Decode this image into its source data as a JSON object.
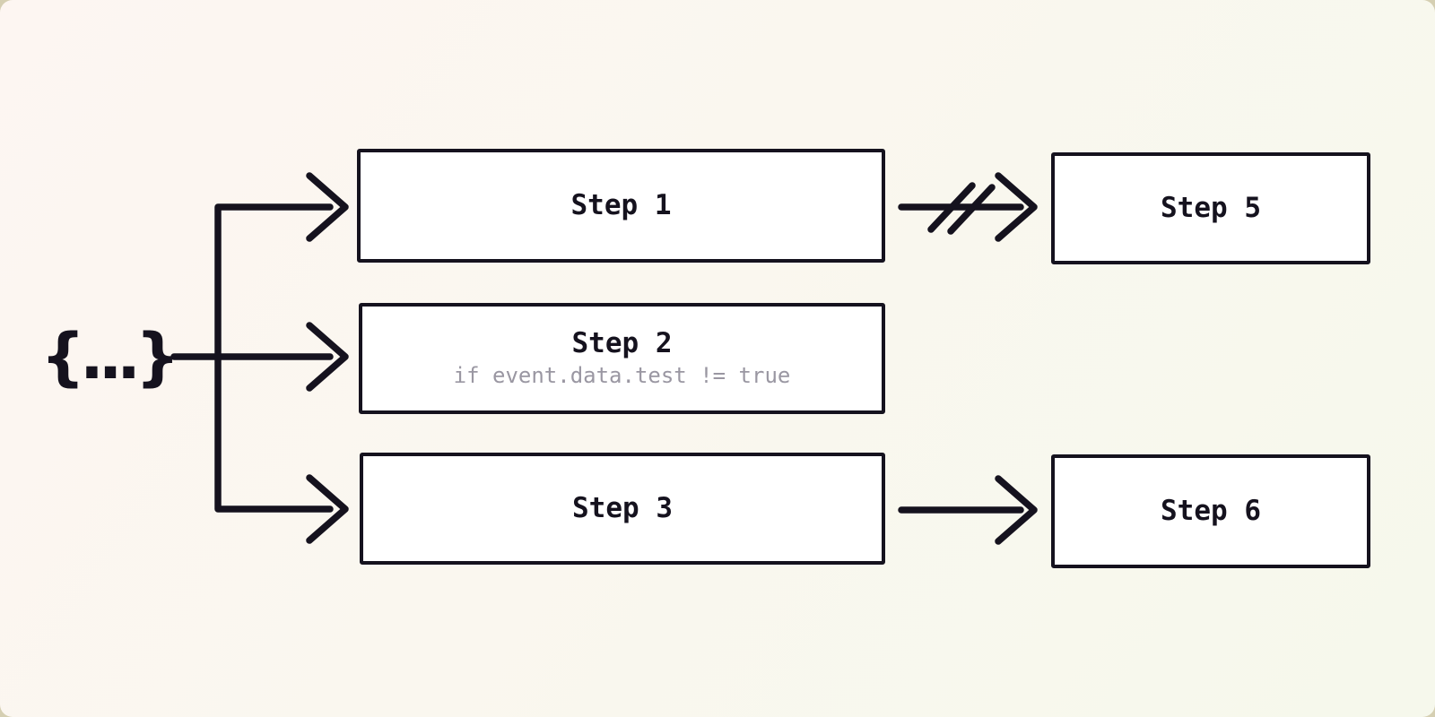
{
  "theme": {
    "outer_background": "#d5cfb2",
    "canvas_gradient_start": "#fdf6f2",
    "canvas_gradient_end": "#f6f8ec",
    "line_color": "#15121e",
    "node_fill": "#ffffff",
    "condition_color": "#9a97a2"
  },
  "diagram": {
    "source_label": "{...}",
    "nodes": {
      "step1": {
        "label": "Step 1"
      },
      "step2": {
        "label": "Step 2",
        "condition": "if event.data.test != true"
      },
      "step3": {
        "label": "Step 3"
      },
      "step5": {
        "label": "Step 5"
      },
      "step6": {
        "label": "Step 6"
      }
    },
    "edges": [
      {
        "from": "source",
        "to": "step1",
        "type": "arrow"
      },
      {
        "from": "source",
        "to": "step2",
        "type": "arrow"
      },
      {
        "from": "source",
        "to": "step3",
        "type": "arrow"
      },
      {
        "from": "step1",
        "to": "step5",
        "type": "cancelled-arrow"
      },
      {
        "from": "step3",
        "to": "step6",
        "type": "arrow"
      }
    ]
  }
}
